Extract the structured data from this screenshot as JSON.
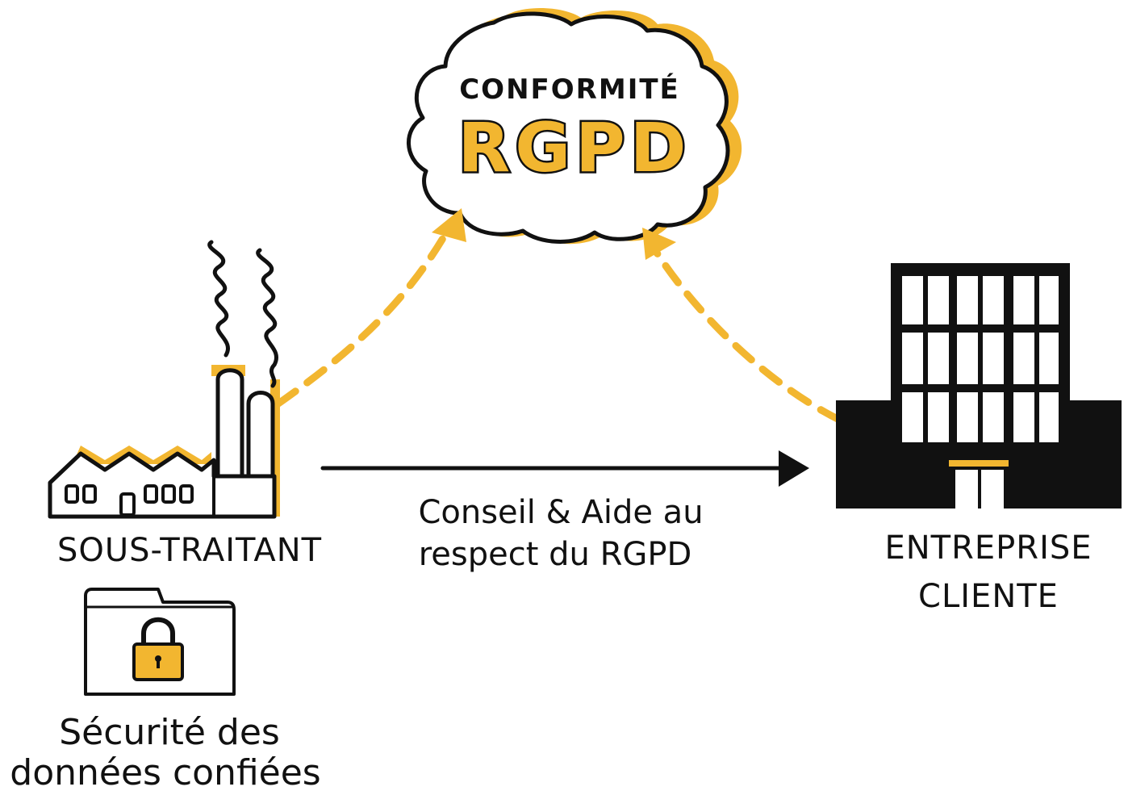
{
  "colors": {
    "accent": "#F2B630",
    "ink": "#111111",
    "background": "#FFFFFF"
  },
  "cloud": {
    "line1": "CONFORMITÉ",
    "line2": "RGPD"
  },
  "left_entity": {
    "label": "SOUS-TRAITANT",
    "icon": "factory-icon"
  },
  "right_entity": {
    "label_line1": "ENTREPRISE",
    "label_line2": "CLIENTE",
    "icon": "office-building-icon"
  },
  "main_arrow": {
    "label_line1": "Conseil & Aide au",
    "label_line2": "respect du RGPD"
  },
  "folder": {
    "label_line1": "Sécurité des",
    "label_line2": "données confiées",
    "icon": "locked-folder-icon"
  }
}
